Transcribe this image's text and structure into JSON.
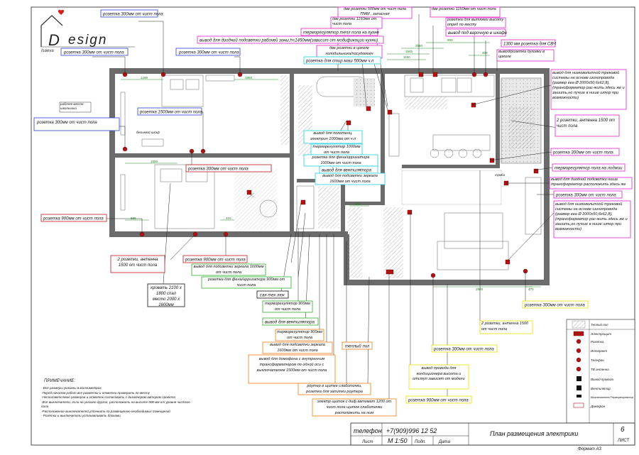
{
  "logo": {
    "letter": "D",
    "word": "esign",
    "name": "Isaeva"
  },
  "colors": {
    "blue": "#2a3fd4",
    "magenta": "#e020d0",
    "cyan": "#1fd0e0",
    "green": "#2ab02a",
    "orange": "#ef7b18",
    "yellow": "#e8e000",
    "red": "#c01818",
    "dark": "#111111",
    "wall": "#6b6b6b"
  },
  "labels": [
    {
      "id": "l01",
      "text": "розетка 300мм от чист пола",
      "color": "blue"
    },
    {
      "id": "l02",
      "text": "розетка 300мм от чист пола",
      "color": "blue"
    },
    {
      "id": "l03",
      "text": "розетка 300мм от чист пола",
      "color": "blue"
    },
    {
      "id": "l04",
      "text": "розетка 1500мм от чист пола",
      "color": "blue"
    },
    {
      "id": "l05",
      "text": "розетка 300мм от чист пола",
      "color": "blue"
    },
    {
      "id": "l06",
      "text": "розетка 300мм от чист пола",
      "color": "red"
    },
    {
      "id": "l07",
      "text": "розетка 900мм от чист пола",
      "color": "red"
    },
    {
      "id": "l08",
      "text": "2 розетки, антенна 1500 от чист пола",
      "color": "red"
    },
    {
      "id": "l09",
      "text": "розетка 900мм от чист пола",
      "color": "red"
    },
    {
      "id": "l10",
      "text": "кровать 2100 х 1800 спал место 2000 х 1600мм",
      "color": "dark"
    },
    {
      "id": "l11",
      "text": "две розетки 500мм от чист пола ПММ , запасная",
      "color": "magenta"
    },
    {
      "id": "l12",
      "text": "две розетки 1150мм от чист пола",
      "color": "magenta"
    },
    {
      "id": "l13",
      "text": "две розетки 1150мм от чист пола",
      "color": "magenta"
    },
    {
      "id": "l14",
      "text": "розетка для вытяжки высоту опред по месту",
      "color": "magenta"
    },
    {
      "id": "l15",
      "text": "вывод под варочную в шкафе",
      "color": "magenta"
    },
    {
      "id": "l16",
      "text": "терморегулятор тепл пола на кухне",
      "color": "magenta"
    },
    {
      "id": "l17",
      "text": "вывод для диодной подсветки рабочей зоны,h=1450мм(зависит от модификации кухни)",
      "color": "magenta"
    },
    {
      "id": "l18",
      "text": "две розетки в цоколе холодильника/посудомоеч",
      "color": "magenta"
    },
    {
      "id": "l19",
      "text": "1300 мм розетка для СВЧ",
      "color": "magenta"
    },
    {
      "id": "l20",
      "text": "вывод/розетка духовки в цоколе",
      "color": "magenta"
    },
    {
      "id": "l21",
      "text": "вывод для низковольтной трековой системы на основе шинопровода (размер ееа Ø 2000х50,6х62,8), (трансформатор рас-жить здесь же и зашить,но лучше в нише штор при возможности)",
      "color": "magenta"
    },
    {
      "id": "l22",
      "text": "2 розетки, антенна 1500 от чист пола",
      "color": "magenta"
    },
    {
      "id": "l23",
      "text": "розетка 300мм от чист пола",
      "color": "magenta"
    },
    {
      "id": "l24",
      "text": "терморегулятор пола на лоджии",
      "color": "magenta"
    },
    {
      "id": "l25",
      "text": "вывод для диодной подсветки ниша трансформатор расположить здесь же",
      "color": "magenta"
    },
    {
      "id": "l26",
      "text": "розетка 300мм от чист пола",
      "color": "magenta"
    },
    {
      "id": "l27",
      "text": "вывод для низковольтной трековой системы на основе шинопровода (размер ееа Ø 2000х50,6х62,8), (трансформатор рас-жить здесь же и зашить,но лучше в нише штор при возможности)",
      "color": "magenta"
    },
    {
      "id": "l28",
      "text": "розетка для стир маш 500мм ч.п",
      "color": "cyan"
    },
    {
      "id": "l29",
      "text": "вывод для полотенц. электрич 1000мм от ч.п",
      "color": "cyan"
    },
    {
      "id": "l30",
      "text": "терморегулятор 1000мм от чист пола",
      "color": "cyan"
    },
    {
      "id": "l31",
      "text": "розетка для фена/ирригатора 1000мм от чист пола",
      "color": "cyan"
    },
    {
      "id": "l32",
      "text": "вывод для вентилятора",
      "color": "cyan"
    },
    {
      "id": "l33",
      "text": "вывод для подсветки зеркала 1600мм от чист пола",
      "color": "cyan"
    },
    {
      "id": "l34",
      "text": "вывод для подсветки зеркала 1600мм от чист пола",
      "color": "green"
    },
    {
      "id": "l35",
      "text": "розетка для фена/ирригатора 900мм от чист пола",
      "color": "green"
    },
    {
      "id": "l36",
      "text": "терморегулятор 900мм от чист пола",
      "color": "green"
    },
    {
      "id": "l37",
      "text": "вывод для вентилятора",
      "color": "green"
    },
    {
      "id": "l38",
      "text": "сан тех люк",
      "color": "dark"
    },
    {
      "id": "l39",
      "text": "терморегулятор 900мм от чист пола",
      "color": "orange"
    },
    {
      "id": "l40",
      "text": "вывод для подсветки зеркала 1600мм от чист пола",
      "color": "orange"
    },
    {
      "id": "l41",
      "text": "теплый пол",
      "color": "orange"
    },
    {
      "id": "l42",
      "text": "вывод для домофона с внутренним трансформатором по одной оси с выключателем 1500мм от чист пола",
      "color": "orange"
    },
    {
      "id": "l43",
      "text": "роутер в щитке слаботочки, розетка для запитки роутера",
      "color": "orange"
    },
    {
      "id": "l44",
      "text": "электр щиток с диф автомат 1200 от чист пола щиток слаботочки расположить на ним",
      "color": "orange"
    },
    {
      "id": "l45",
      "text": "2 розетки, антенна 1500 от чист пола",
      "color": "yellow"
    },
    {
      "id": "l46",
      "text": "розетка 300мм от чист пола",
      "color": "yellow"
    },
    {
      "id": "l47",
      "text": "вывод провода для кондиционера высота и отступ зависят от модели",
      "color": "yellow"
    },
    {
      "id": "l48",
      "text": "розетка 900мм от чист пола",
      "color": "yellow"
    },
    {
      "id": "l49",
      "text": "розетка 300мм от чист пола",
      "color": "yellow"
    },
    {
      "id": "l50",
      "text": "рабочее место школьника",
      "color": "dark"
    },
    {
      "id": "l51",
      "text": "бельевой шкаф",
      "color": "dark"
    },
    {
      "id": "l52",
      "text": "тумба",
      "color": "dark"
    }
  ],
  "dims": [
    "1200",
    "1890",
    "2560",
    "1545",
    "1150",
    "900",
    "400",
    "1500",
    "1890",
    "500",
    "980",
    "410",
    "1250",
    "2900",
    "2700",
    "2600",
    "470",
    "1700",
    "1200",
    "400"
  ],
  "note": {
    "title": "ПРИМЕЧАНИЕ:",
    "lines": [
      "- Все размеры указаны в миллиметрах",
      "-Перед началом работ все разметки и отметки проверить по месту",
      "-Несоответствие размеров и отметок согласовать с дизайнером-автором проекта",
      "-Все выключатели, если не указано другое, расположить на высоте 900 мм от уровня чистого пола",
      "-Расположение выключателей уточнить по размещению необходимых помещений",
      "- Розетки и выключатели устанавливать блоками"
    ]
  },
  "legend": {
    "title": "Теплый пол",
    "items": [
      "Электрощит",
      "Розетка",
      "Интернет",
      "Телефон",
      "ТВ антенна",
      "Вывод провода",
      "Вентилятор",
      "Выключатель/Терморегулятор",
      "Домофон"
    ]
  },
  "titleblock": {
    "phone_label": "телефон",
    "phone": "+7(909)996 12 52",
    "sheet_label": "Лист",
    "scale": "М 1:50",
    "sign_label": "Подп.",
    "date_label": "Дата",
    "title": "План размещения электрики",
    "sheet_no": "6",
    "sheet_word": "ЛИСТ",
    "format": "Формат А3"
  }
}
